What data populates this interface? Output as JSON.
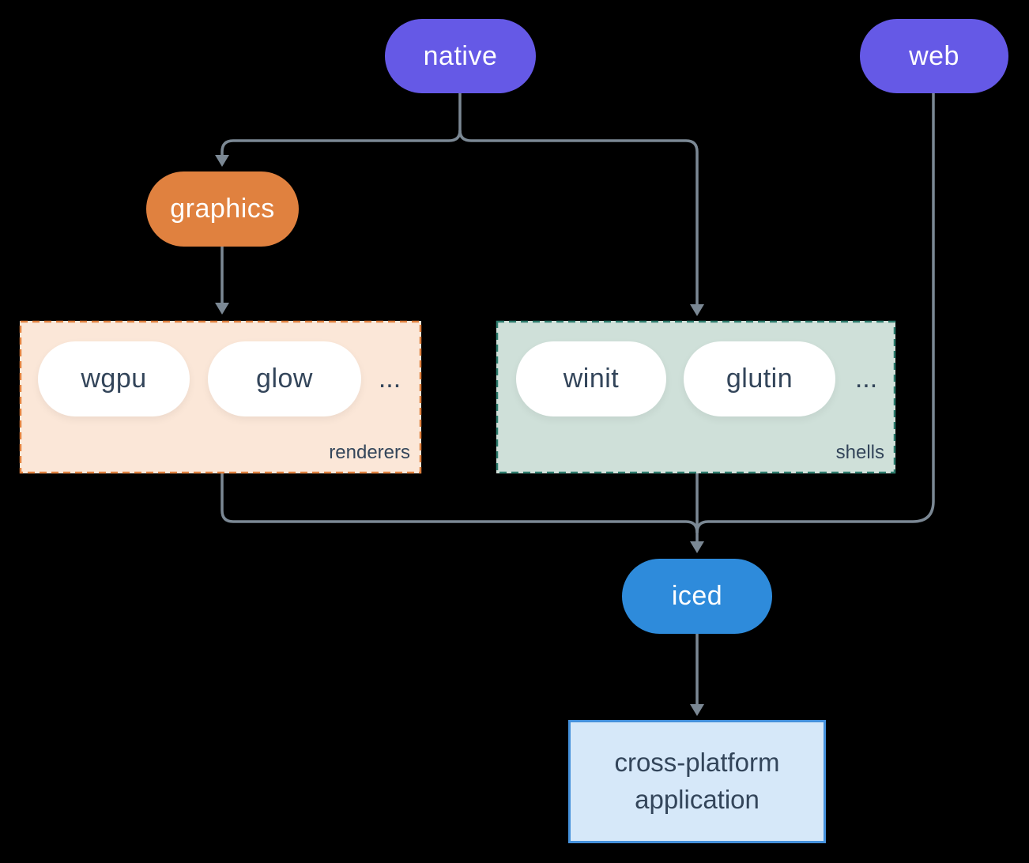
{
  "colors": {
    "background": "#000000",
    "line": "#7b8894",
    "purple": "#6559e6",
    "orange": "#e0813f",
    "peach-bg": "#fbe7d8",
    "sage-bg": "#cfe0d9",
    "teal-border": "#2e7d6e",
    "blue": "#2e8bdb",
    "app-bg": "#d6e8f9",
    "app-border": "#4591dc",
    "pill-white": "#ffffff",
    "text-dark": "#33455a",
    "text-light": "#ffffff"
  },
  "nodes": {
    "native": {
      "label": "native"
    },
    "web": {
      "label": "web"
    },
    "graphics": {
      "label": "graphics"
    },
    "iced": {
      "label": "iced"
    },
    "app": {
      "lines": [
        "cross-platform",
        "application"
      ]
    }
  },
  "groups": {
    "renderers": {
      "label": "renderers",
      "items": [
        "wgpu",
        "glow"
      ],
      "ellipsis": "..."
    },
    "shells": {
      "label": "shells",
      "items": [
        "winit",
        "glutin"
      ],
      "ellipsis": "..."
    }
  }
}
